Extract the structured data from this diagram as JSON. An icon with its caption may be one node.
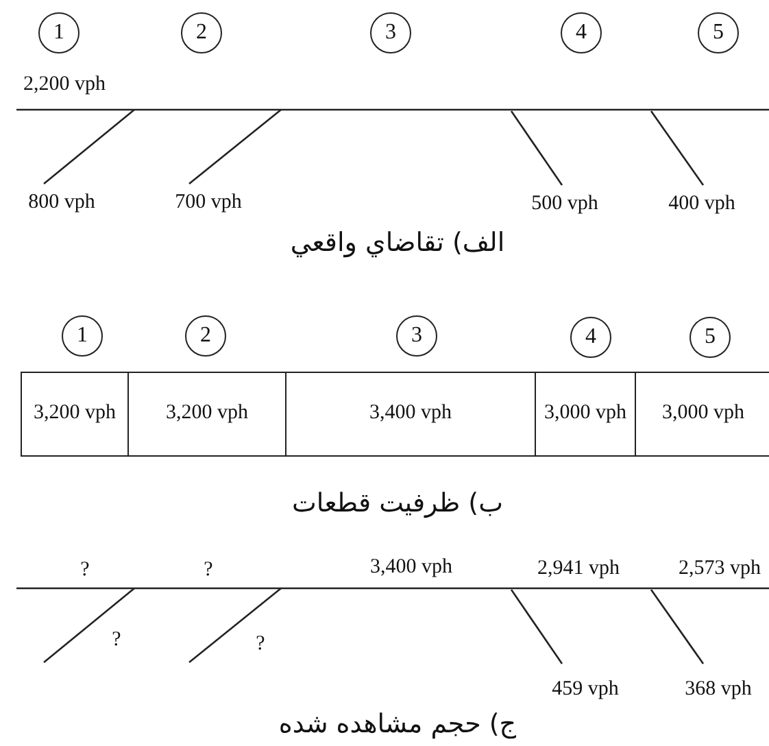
{
  "diagram": {
    "nodes": [
      {
        "text": [
          "1"
        ]
      },
      {
        "text": [
          "2"
        ]
      },
      {
        "text": [
          "3"
        ]
      },
      {
        "text": [
          "4"
        ]
      },
      {
        "text": [
          "5"
        ]
      },
      {
        "text": [
          "1"
        ]
      },
      {
        "text": [
          "2"
        ]
      },
      {
        "text": [
          "3"
        ]
      },
      {
        "text": [
          "4"
        ]
      },
      {
        "text": [
          "5"
        ]
      },
      {
        "text": [
          "3,200 vph"
        ]
      },
      {
        "text": [
          "3,200 vph"
        ]
      },
      {
        "text": [
          "3,400 vph"
        ]
      },
      {
        "text": [
          "3,000 vph"
        ]
      },
      {
        "text": [
          "3,000 vph"
        ]
      }
    ],
    "labels": [
      "2,200 vph",
      "800 vph",
      "700 vph",
      "500 vph",
      "400 vph",
      "الف) تقاضاي واقعي",
      "ب) ظرفيت قطعات",
      "?",
      "?",
      "3,400 vph",
      "2,941 vph",
      "2,573 vph",
      "?",
      "?",
      "459 vph",
      "368 vph",
      "ج) حجم مشاهده شده"
    ]
  }
}
